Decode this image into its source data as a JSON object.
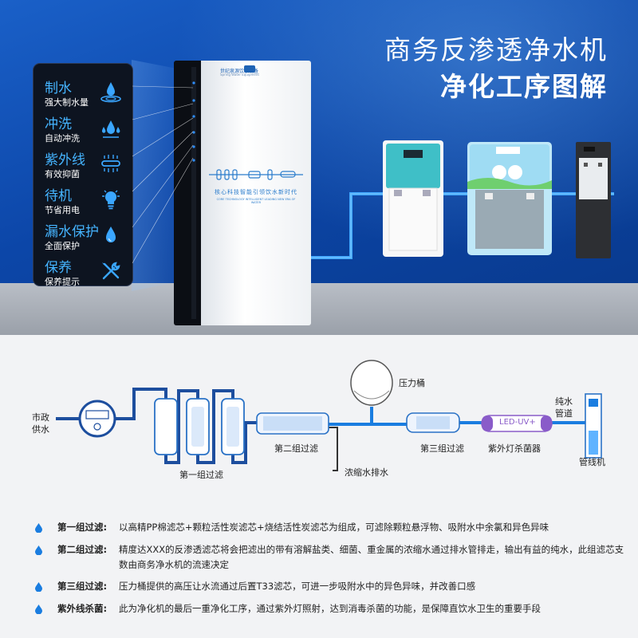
{
  "header": {
    "title": "商务反渗透净水机",
    "subtitle": "净化工序图解"
  },
  "features": [
    {
      "name": "制水",
      "desc": "强大制水量",
      "icon": "water-drop-splash-icon"
    },
    {
      "name": "冲洗",
      "desc": "自动冲洗",
      "icon": "water-drops-icon"
    },
    {
      "name": "紫外线",
      "desc": "有效抑菌",
      "icon": "uv-lamp-icon"
    },
    {
      "name": "待机",
      "desc": "节省用电",
      "icon": "light-bulb-icon"
    },
    {
      "name": "漏水保护",
      "desc": "全面保护",
      "icon": "leak-drop-icon"
    },
    {
      "name": "保养",
      "desc": "保养提示",
      "icon": "wrench-screwdriver-icon"
    }
  ],
  "machine": {
    "brand": "世纪泉源饮水设备",
    "brand_en": "Spring Water Equipment",
    "tagline": "核心科技智能引领饮水新时代",
    "tagline_en": "CORE TECHNOLOGY INTELLIGENT LEADING NEW ERA OF WATER"
  },
  "diagram": {
    "municipal_water": [
      "市政",
      "供水"
    ],
    "stage1": "第一组过滤",
    "stage2": "第二组过滤",
    "concentrate_drain": "浓缩水排水",
    "pressure_tank": "压力桶",
    "stage3": "第三组过滤",
    "uv_sterilizer": "紫外灯杀菌器",
    "uv_lamp_label": "LED-UV+",
    "pure_water_pipe": [
      "纯水",
      "管道"
    ],
    "pipeline_machine": "管线机"
  },
  "descriptions": [
    {
      "head": "第一组过滤:",
      "text": "以高精PP棉滤芯+颗粒活性炭滤芯+烧结活性炭滤芯为组成，可滤除颗粒悬浮物、吸附水中余氯和异色异味"
    },
    {
      "head": "第二组过滤:",
      "text": "精度达XXX的反渗透滤芯将会把滤出的带有溶解盐类、细菌、重金属的浓缩水通过排水管排走，输出有益的纯水，此组滤芯支数由商务净水机的流速决定"
    },
    {
      "head": "第三组过滤:",
      "text": "压力桶提供的高压让水流通过后置T33滤芯，可进一步吸附水中的异色异味，并改善口感"
    },
    {
      "head": "紫外线杀菌:",
      "text": "此为净化机的最后一重净化工序，通过紫外灯照射，达到消毒杀菌的功能，是保障直饮水卫生的重要手段"
    }
  ],
  "colors": {
    "hero_blue": "#0c46a8",
    "accent_blue": "#45b4ff",
    "pipe_blue": "#1a7de0",
    "pipe_dark": "#1d4e9e"
  }
}
